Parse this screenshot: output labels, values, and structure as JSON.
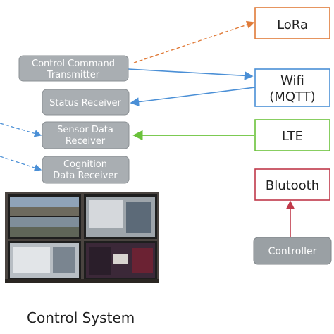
{
  "modules": {
    "control_command": [
      "Control Command",
      "Transmitter"
    ],
    "status_receiver": "Status Receiver",
    "sensor_data": [
      "Sensor Data",
      "Receiver"
    ],
    "cognition_data": [
      "Cognition",
      "Data Receiver"
    ]
  },
  "channels": {
    "lora": "LoRa",
    "wifi": [
      "Wifi",
      "(MQTT)"
    ],
    "lte": "LTE",
    "bluetooth": "Blutooth"
  },
  "controller": "Controller",
  "caption": "Control System",
  "colors": {
    "module_fill": "#a9aeb2",
    "lora": "#e07b39",
    "wifi": "#4a8fd6",
    "lte": "#6ac23a",
    "bluetooth": "#c0394a",
    "controller_fill": "#9aa0a4"
  }
}
